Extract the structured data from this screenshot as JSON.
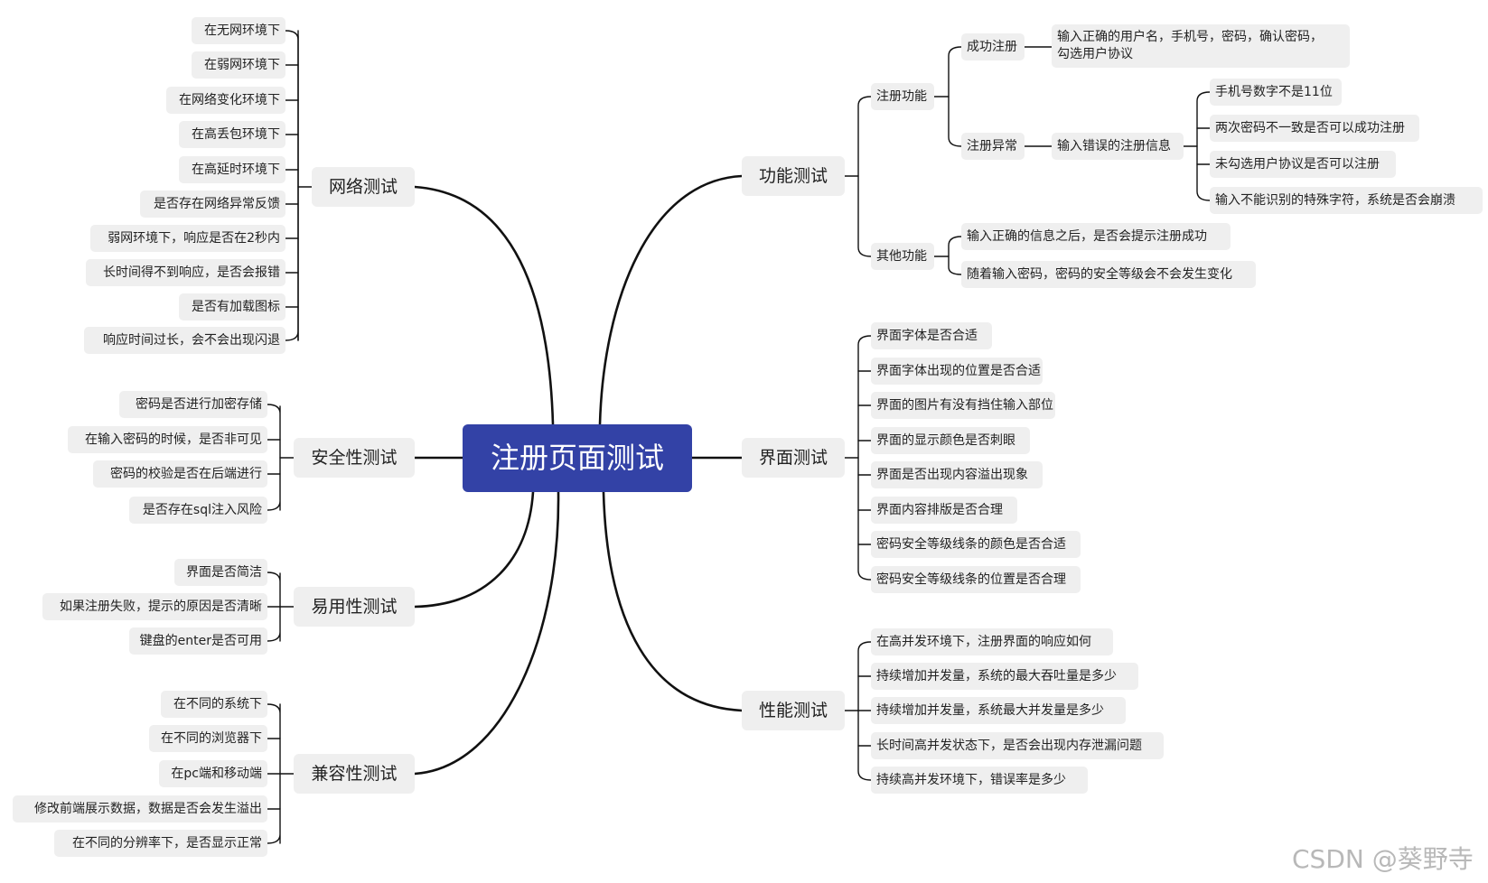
{
  "root": "注册页面测试",
  "branches": {
    "network": {
      "label": "网络测试",
      "items": [
        "在无网环境下",
        "在弱网环境下",
        "在网络变化环境下",
        "在高丢包环境下",
        "在高延时环境下",
        "是否存在网络异常反馈",
        "弱网环境下，响应是否在2秒内",
        "长时间得不到响应，是否会报错",
        "是否有加载图标",
        "响应时间过长，会不会出现闪退"
      ]
    },
    "security": {
      "label": "安全性测试",
      "items": [
        "密码是否进行加密存储",
        "在输入密码的时候，是否非可见",
        "密码的校验是否在后端进行",
        "是否存在sql注入风险"
      ]
    },
    "usability": {
      "label": "易用性测试",
      "items": [
        "界面是否简洁",
        "如果注册失败，提示的原因是否清晰",
        "键盘的enter是否可用"
      ]
    },
    "compatibility": {
      "label": "兼容性测试",
      "items": [
        "在不同的系统下",
        "在不同的浏览器下",
        "在pc端和移动端",
        "修改前端展示数据，数据是否会发生溢出",
        "在不同的分辨率下，是否显示正常"
      ]
    },
    "functional": {
      "label": "功能测试",
      "register": {
        "label": "注册功能",
        "success": {
          "label": "成功注册",
          "detail_line1": "输入正确的用户名，手机号，密码，确认密码，",
          "detail_line2": "勾选用户协议"
        },
        "error": {
          "label": "注册异常",
          "detail": "输入错误的注册信息",
          "items": [
            "手机号数字不是11位",
            "两次密码不一致是否可以成功注册",
            "未勾选用户协议是否可以注册",
            "输入不能识别的特殊字符，系统是否会崩溃"
          ]
        }
      },
      "other": {
        "label": "其他功能",
        "items": [
          "输入正确的信息之后，是否会提示注册成功",
          "随着输入密码，密码的安全等级会不会发生变化"
        ]
      }
    },
    "interface": {
      "label": "界面测试",
      "items": [
        "界面字体是否合适",
        "界面字体出现的位置是否合适",
        "界面的图片有没有挡住输入部位",
        "界面的显示颜色是否刺眼",
        "界面是否出现内容溢出现象",
        "界面内容排版是否合理",
        "密码安全等级线条的颜色是否合适",
        "密码安全等级线条的位置是否合理"
      ]
    },
    "performance": {
      "label": "性能测试",
      "items": [
        "在高并发环境下，注册界面的响应如何",
        "持续增加并发量，系统的最大吞吐量是多少",
        "持续增加并发量，系统最大并发量是多少",
        "长时间高并发状态下，是否会出现内存泄漏问题",
        "持续高并发环境下，错误率是多少"
      ]
    }
  },
  "watermark": "CSDN @葵野寺"
}
